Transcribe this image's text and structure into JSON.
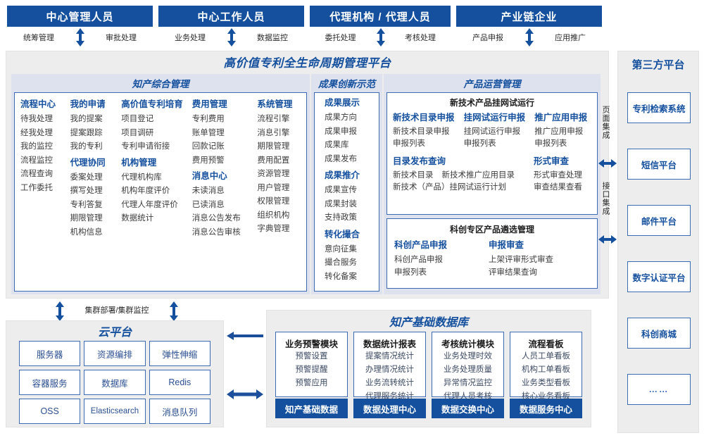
{
  "roles": [
    {
      "title": "中心管理人员",
      "left_action": "统筹管理",
      "right_action": "审批处理"
    },
    {
      "title": "中心工作人员",
      "left_action": "业务处理",
      "right_action": "数据监控"
    },
    {
      "title": "代理机构 / 代理人员",
      "left_action": "委托处理",
      "right_action": "考核处理"
    },
    {
      "title": "产业链企业",
      "left_action": "产品申报",
      "right_action": "应用推广"
    }
  ],
  "platform": {
    "title": "高价值专利全生命周期管理平台",
    "sections": {
      "ip_mgmt": {
        "title": "知产综合管理",
        "columns": [
          {
            "groups": [
              {
                "header": "流程中心",
                "items": [
                  "待我处理",
                  "经我处理",
                  "我的监控",
                  "流程监控",
                  "流程查询",
                  "工作委托"
                ]
              }
            ]
          },
          {
            "groups": [
              {
                "header": "我的申请",
                "items": [
                  "我的提案",
                  "提案跟踪",
                  "我的专利"
                ]
              },
              {
                "header": "代理协同",
                "items": [
                  "委案处理",
                  "撰写处理",
                  "专利答复",
                  "期限管理",
                  "机构信息"
                ]
              }
            ]
          },
          {
            "groups": [
              {
                "header": "高价值专利培育",
                "items": [
                  "项目登记",
                  "项目调研",
                  "专利申请衔接"
                ]
              },
              {
                "header": "机构管理",
                "items": [
                  "代理机构库",
                  "机构年度评价",
                  "代理人年度评价",
                  "数据统计"
                ]
              }
            ]
          },
          {
            "groups": [
              {
                "header": "费用管理",
                "items": [
                  "专利费用",
                  "账单管理",
                  "回款记账",
                  "费用预警"
                ]
              },
              {
                "header": "消息中心",
                "items": [
                  "未读消息",
                  "已读消息",
                  "消息公告发布",
                  "消息公告审核"
                ]
              }
            ]
          },
          {
            "groups": [
              {
                "header": "系统管理",
                "items": [
                  "流程引擎",
                  "消息引擎",
                  "期限管理",
                  "费用配置",
                  "资源管理",
                  "用户管理",
                  "权限管理",
                  "组织机构",
                  "字典管理"
                ]
              }
            ]
          }
        ]
      },
      "achievement": {
        "title": "成果创新示范",
        "groups": [
          {
            "header": "成果展示",
            "items": [
              "成果方向",
              "成果申报",
              "成果库",
              "成果发布"
            ]
          },
          {
            "header": "成果推介",
            "items": [
              "成果宣传",
              "成果封装",
              "支持政策"
            ]
          },
          {
            "header": "转化撮合",
            "items": [
              "意向征集",
              "撮合服务",
              "转化备案"
            ]
          }
        ]
      },
      "product_ops": {
        "title": "产品运营管理",
        "panel1": {
          "title": "新技术产品挂网试运行",
          "row1": [
            {
              "header": "新技术目录申报",
              "items": [
                "新技术目录申报",
                "申报列表"
              ]
            },
            {
              "header": "挂网试运行申报",
              "items": [
                "挂网试运行申报",
                "申报列表"
              ]
            },
            {
              "header": "推广应用申报",
              "items": [
                "推广应用申报",
                "申报列表"
              ]
            }
          ],
          "row2_left": {
            "header": "目录发布查询",
            "items": [
              "新技术目录",
              "新技术推广应用目录",
              "新技术（产品）挂网试运行计划"
            ]
          },
          "row2_right": {
            "header": "形式审查",
            "items": [
              "形式审查处理",
              "审查结果查看"
            ]
          }
        },
        "panel2": {
          "title": "科创专区产品遴选管理",
          "columns": [
            {
              "header": "科创产品申报",
              "items": [
                "科创产品申报",
                "申报列表"
              ]
            },
            {
              "header": "申报审查",
              "items": [
                "上架评审形式审查",
                "评审结果查询"
              ]
            }
          ]
        }
      }
    }
  },
  "integration": {
    "page": "页面集成",
    "api": "接口集成"
  },
  "third_party": {
    "title": "第三方平台",
    "items": [
      "专利检索系统",
      "短信平台",
      "邮件平台",
      "数字认证平台",
      "科创商城",
      "……"
    ]
  },
  "cluster_label": "集群部署/集群监控",
  "cloud": {
    "title": "云平台",
    "cells": [
      "服务器",
      "资源编排",
      "弹性伸缩",
      "容器服务",
      "数据库",
      "Redis",
      "OSS",
      "Elasticsearch",
      "消息队列"
    ]
  },
  "database": {
    "title": "知产基础数据库",
    "cards": [
      {
        "header": "业务预警模块",
        "items": [
          "预警设置",
          "预警提醒",
          "预警应用"
        ],
        "footer": "知产基础数据"
      },
      {
        "header": "数据统计报表",
        "items": [
          "提案情况统计",
          "办理情况统计",
          "业务流转统计",
          "代理服务统计"
        ],
        "footer": "数据处理中心"
      },
      {
        "header": "考核统计模块",
        "items": [
          "业务处理时效",
          "业务处理质量",
          "异常情况监控",
          "代理人员考核"
        ],
        "footer": "数据交换中心"
      },
      {
        "header": "流程看板",
        "items": [
          "人员工单看板",
          "机构工单看板",
          "业务类型看板",
          "核心业务看板"
        ],
        "footer": "数据服务中心"
      }
    ]
  },
  "colors": {
    "primary": "#14509e",
    "panel_bg": "#ededed",
    "section_bg": "#dee2ef",
    "border": "#3c6bb4"
  }
}
